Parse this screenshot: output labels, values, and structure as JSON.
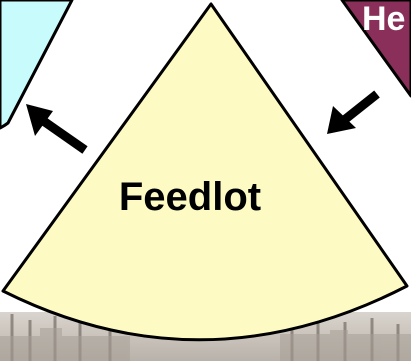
{
  "center_segment": {
    "label": "Feedlot",
    "fill": "#fdfbc3"
  },
  "right_segment": {
    "label_partial": "He",
    "fill": "#8a2f5a",
    "label_color": "#ffffff"
  },
  "left_segment": {
    "fill": "#c8fbfc"
  },
  "arrows": [
    {
      "name": "arrow-out-left",
      "direction": "outward"
    },
    {
      "name": "arrow-in-right",
      "direction": "inward"
    }
  ],
  "colors": {
    "outline": "#000000",
    "arrow": "#000000",
    "background": "#ffffff"
  }
}
